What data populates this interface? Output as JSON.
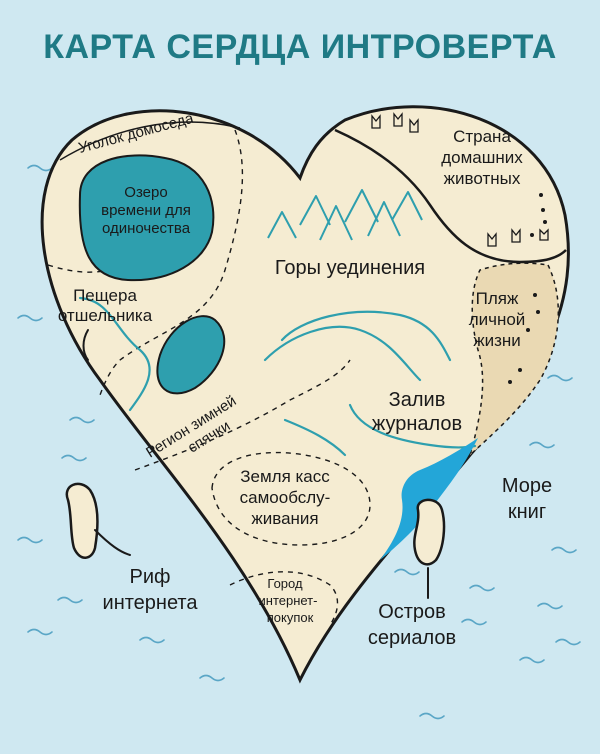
{
  "title": "КАРТА СЕРДЦА ИНТРОВЕРТА",
  "regions": {
    "ugolok": "Уголок домоседа",
    "lake": [
      "Озеро",
      "времени для",
      "одиночества"
    ],
    "cave": [
      "Пещера",
      "отшельника"
    ],
    "hibernation": [
      "Регион зимней",
      "спячки"
    ],
    "pets": [
      "Страна",
      "домашних",
      "животных"
    ],
    "mountains": "Горы уединения",
    "beach": [
      "Пляж",
      "личной",
      "жизни"
    ],
    "bay": [
      "Залив",
      "журналов"
    ],
    "checkout": [
      "Земля касс",
      "самообслу-",
      "живания"
    ],
    "city": [
      "Город",
      "интернет-",
      "покупок"
    ]
  },
  "outside": {
    "reef": [
      "Риф",
      "интернета"
    ],
    "sea": [
      "Море",
      "книг"
    ],
    "island": [
      "Остров",
      "сериалов"
    ]
  },
  "colors": {
    "sea": "#cfe8f1",
    "land": "#f5ecd2",
    "beach": "#ead9b3",
    "lake": "#2e9fae",
    "title": "#1f7a85",
    "outline": "#1a1a1a"
  }
}
